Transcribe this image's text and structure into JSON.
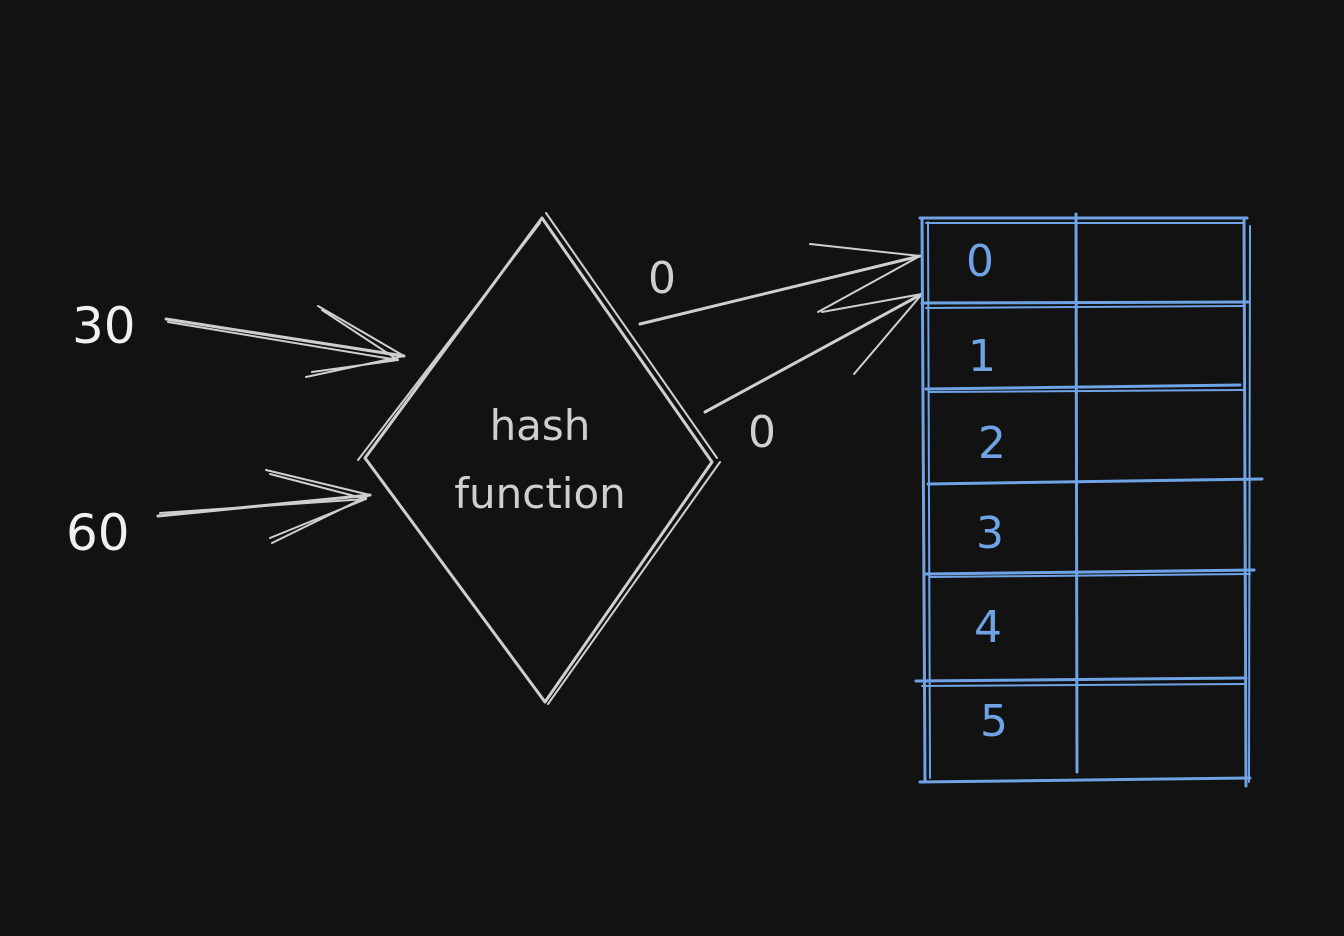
{
  "inputs": {
    "key_a": "30",
    "key_b": "60"
  },
  "hash": {
    "line1": "hash",
    "line2": "function"
  },
  "outputs": {
    "out_a": "0",
    "out_b": "0"
  },
  "table": {
    "indices": [
      "0",
      "1",
      "2",
      "3",
      "4",
      "5"
    ]
  },
  "colors": {
    "background": "#121212",
    "sketch": "#cfcfcf",
    "table": "#6fa3e6"
  }
}
